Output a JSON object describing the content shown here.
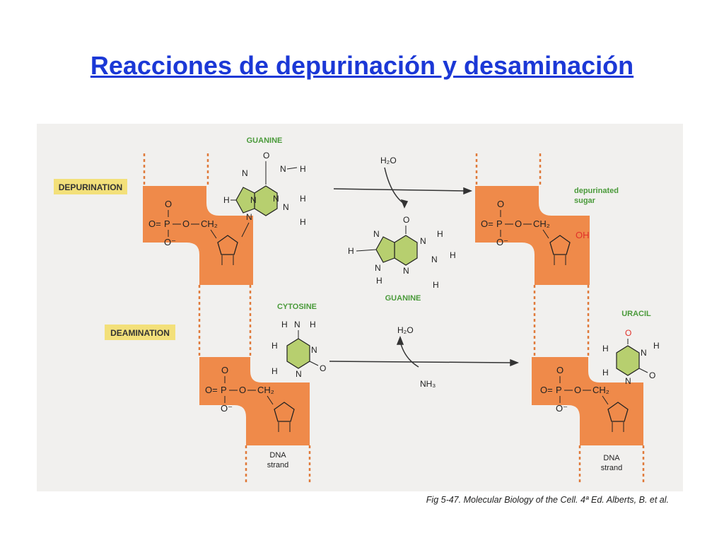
{
  "title": "Reacciones de depurinación y desaminación",
  "labels": {
    "depurination": "DEPURINATION",
    "deamination": "DEAMINATION",
    "guanine": "GUANINE",
    "cytosine": "CYTOSINE",
    "uracil": "URACIL",
    "depurinated_line1": "depurinated",
    "depurinated_line2": "sugar",
    "dna_line1": "DNA",
    "dna_line2": "strand"
  },
  "reagents": {
    "water": "H₂O",
    "ammonia": "NH₃"
  },
  "phosphate": {
    "o": "O",
    "p": "P",
    "o_minus": "O⁻",
    "ch2": "CH₂",
    "eq_o": "O=",
    "oh": "OH"
  },
  "atoms": {
    "n": "N",
    "h": "H",
    "o": "O"
  },
  "caption": "Fig 5-47. Molecular Biology of the Cell. 4ª Ed. Alberts, B. et al.",
  "colors": {
    "title": "#1b38d6",
    "strand_orange": "#ef8a4a",
    "base_green": "#b7cf6f",
    "label_yellow": "#f3e07a",
    "heading_green": "#4a9a3a",
    "oxygen_red": "#e0302a"
  }
}
